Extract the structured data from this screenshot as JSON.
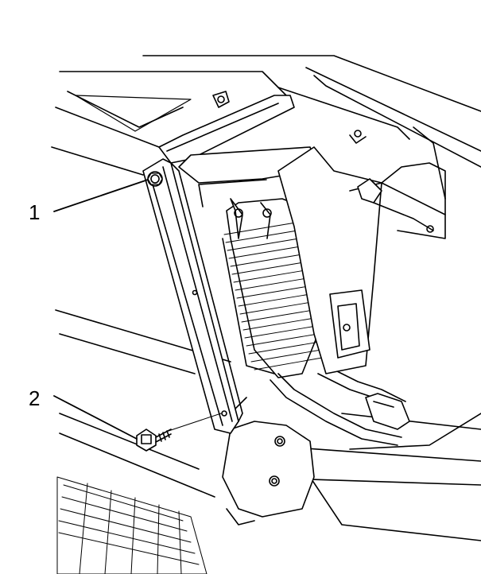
{
  "callouts": [
    {
      "label": "1",
      "part": "bolt"
    },
    {
      "label": "2",
      "part": "screw"
    }
  ],
  "colors": {
    "line": "#000000",
    "fill": "#ffffff",
    "shade": "#e8e8e8"
  }
}
